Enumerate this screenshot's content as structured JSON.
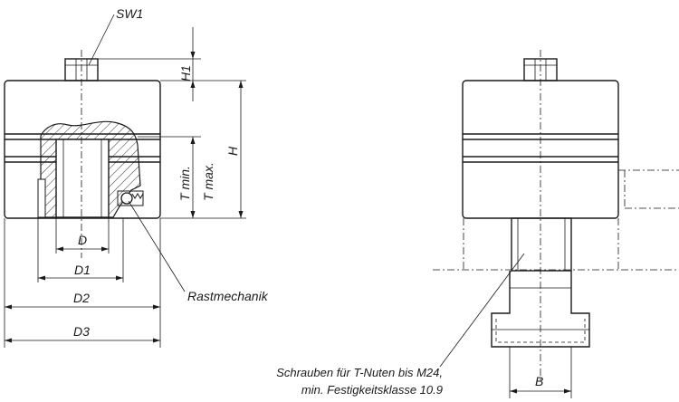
{
  "labels": {
    "sw1": "SW1",
    "h1": "H1",
    "h": "H",
    "t_min": "T min.",
    "t_max": "T max.",
    "d": "D",
    "d1": "D1",
    "d2": "D2",
    "d3": "D3",
    "rastmechanik": "Rastmechanik",
    "b": "B",
    "note_line1": "Schrauben für T-Nuten bis M24,",
    "note_line2": "min. Festigkeitsklasse 10.9"
  },
  "colors": {
    "line": "#1a1a1a",
    "body_fill": "#ffffff",
    "hatch": "#1a1a1a"
  }
}
